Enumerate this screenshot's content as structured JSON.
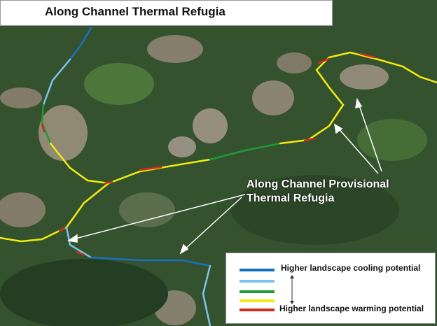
{
  "title": "Along Channel Thermal Refugia",
  "callout": {
    "line1": "Along Channel Provisional",
    "line2": "Thermal Refugia"
  },
  "legend": {
    "top_label": "Higher landscape cooling potential",
    "bottom_label": "Higher landscape warming potential",
    "colors": [
      "#1a6fc0",
      "#7cc4ee",
      "#1f9a3a",
      "#f2ea10",
      "#d42a1e"
    ]
  }
}
